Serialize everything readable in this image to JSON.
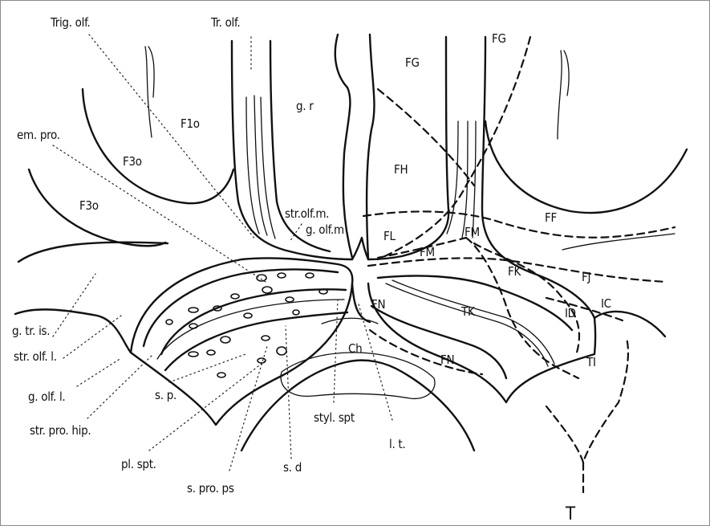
{
  "labels": {
    "trig_olf": "Trig. olf.",
    "tr_olf": "Tr. olf.",
    "fg_top": "FG",
    "fg_mid": "FG",
    "f1o": "F1o",
    "g_r": "g. r",
    "em_pro": "em. pro.",
    "f3o_upper": "F3o",
    "f3o_lower": "F3o",
    "fh": "FH",
    "ff": "FF",
    "str_olf_m": "str.olf.m.",
    "g_olf_m": "g. olf.m",
    "fl": "FL",
    "fm_mid": "FM",
    "fm_right": "FM",
    "fj": "FJ",
    "fn_upper": "FN",
    "fn_lower": "FN",
    "tk": "TK",
    "fk": "FK",
    "id": "ID",
    "ic": "IC",
    "ti": "TI",
    "ch": "Ch",
    "g_tr_is": "g. tr. is.",
    "str_olf_l": "str. olf. l.",
    "g_olf_l": "g. olf. l.",
    "str_pro_hip": "str. pro. hip.",
    "s_p": "s. p.",
    "pl_spt": "pl. spt.",
    "s_pro_ps": "s. pro. ps",
    "s_d": "s. d",
    "styl_spt": "styl. spt",
    "l_t": "l. t.",
    "t": "T"
  }
}
